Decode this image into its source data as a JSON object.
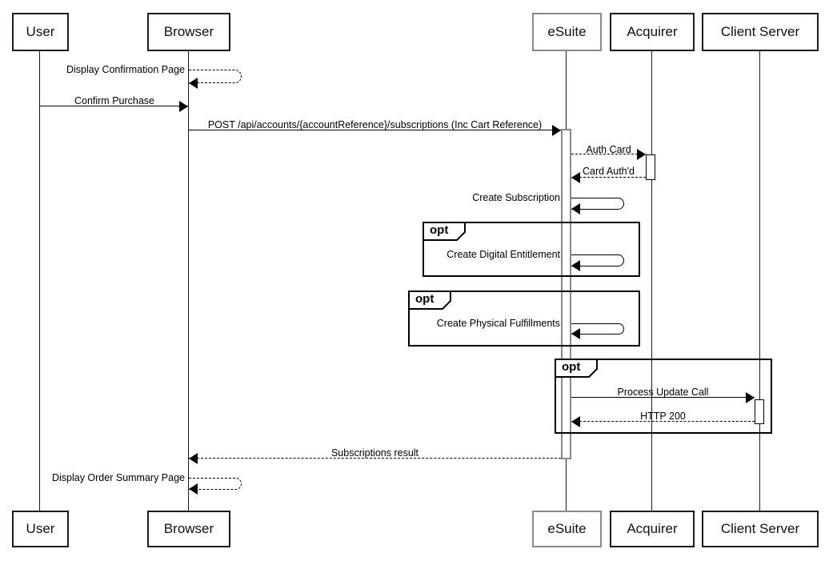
{
  "participants": [
    {
      "name": "User"
    },
    {
      "name": "Browser"
    },
    {
      "name": "eSuite"
    },
    {
      "name": "Acquirer"
    },
    {
      "name": "Client Server"
    }
  ],
  "messages": [
    {
      "from": "Browser",
      "to": "Browser",
      "label": "Display Confirmation Page",
      "line": "dashed",
      "kind": "self"
    },
    {
      "from": "User",
      "to": "Browser",
      "label": "Confirm Purchase",
      "line": "solid",
      "kind": "call"
    },
    {
      "from": "Browser",
      "to": "eSuite",
      "label": "POST /api/accounts/{accountReference}/subscriptions (Inc Cart Reference)",
      "line": "solid",
      "kind": "call"
    },
    {
      "from": "eSuite",
      "to": "Acquirer",
      "label": "Auth Card",
      "line": "dashed",
      "kind": "call"
    },
    {
      "from": "Acquirer",
      "to": "eSuite",
      "label": "Card Auth'd",
      "line": "dashed",
      "kind": "return"
    },
    {
      "from": "eSuite",
      "to": "eSuite",
      "label": "Create Subscription",
      "line": "solid",
      "kind": "self"
    },
    {
      "from": "eSuite",
      "to": "eSuite",
      "label": "Create Digital Entitlement",
      "line": "solid",
      "kind": "self",
      "fragment": 0
    },
    {
      "from": "eSuite",
      "to": "eSuite",
      "label": "Create Physical Fulfillments",
      "line": "solid",
      "kind": "self",
      "fragment": 1
    },
    {
      "from": "eSuite",
      "to": "Client Server",
      "label": "Process Update Call",
      "line": "solid",
      "kind": "call",
      "fragment": 2
    },
    {
      "from": "Client Server",
      "to": "eSuite",
      "label": "HTTP 200",
      "line": "dashed",
      "kind": "return",
      "fragment": 2
    },
    {
      "from": "eSuite",
      "to": "Browser",
      "label": "Subscriptions result",
      "line": "dashed",
      "kind": "return"
    },
    {
      "from": "Browser",
      "to": "Browser",
      "label": "Display Order Summary Page",
      "line": "dashed",
      "kind": "self"
    }
  ],
  "fragments": [
    {
      "operator": "opt"
    },
    {
      "operator": "opt"
    },
    {
      "operator": "opt"
    }
  ],
  "colors": {
    "background": "#ffffff",
    "stroke": "#000000",
    "esuite_stroke": "#888888",
    "text": "#000000"
  }
}
